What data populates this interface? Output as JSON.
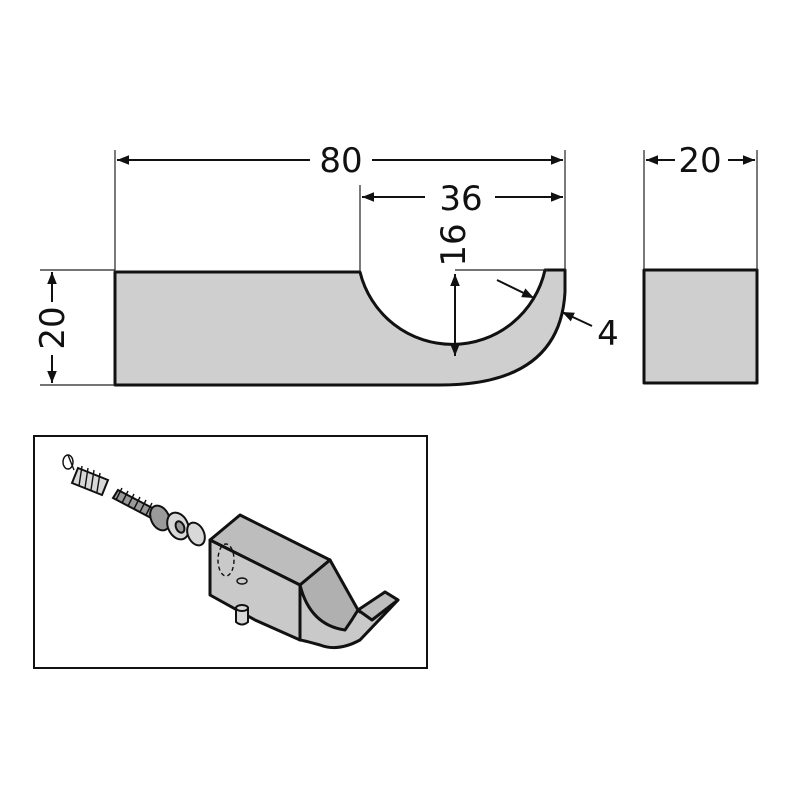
{
  "drawing": {
    "dimensions": {
      "overall_length": "80",
      "cutout_width": "36",
      "cutout_depth": "16",
      "height": "20",
      "lip_thickness": "4",
      "side_width": "20"
    }
  },
  "colors": {
    "part_fill": "#cfcfcf",
    "line": "#111111",
    "background": "#ffffff"
  }
}
